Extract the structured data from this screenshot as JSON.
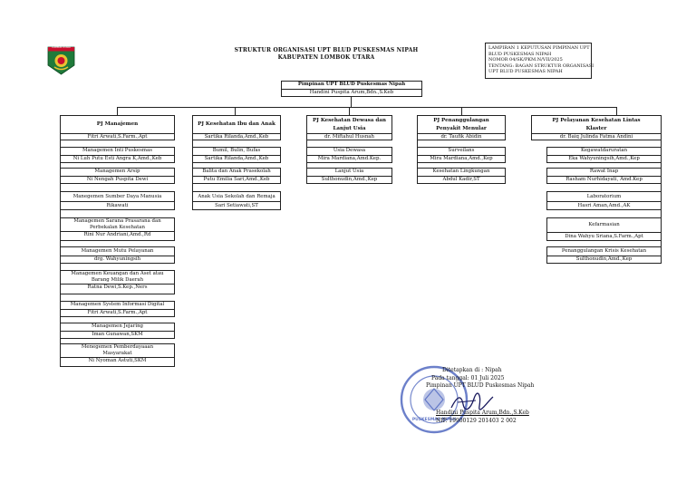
{
  "header": {
    "title_line1": "STRUKTUR ORGANISASI UPT BLUD PUSKESMAS NIPAH",
    "title_line2": "KABUPATEN LOMBOK UTARA",
    "logo_text": "LOMBOK UTARA",
    "lampiran": [
      "LAMPIRAN 1 KEPUTUSAN PIMPINAN UPT",
      "BLUD PUSKESMAS NIPAH",
      "NOMOR 04/SK/PKM.N/VII/2025",
      "TENTANG: BAGAN STRUKTUR ORGANISASI",
      "UPT BLUD PUSKESMAS NIPAH"
    ]
  },
  "top": {
    "title": "Pimpinan UPT BLUD Puskesmas Nipah",
    "name": "Handini Puspita Arum,Bdn.,S.Keb"
  },
  "col1": {
    "head": "PJ Manajemen",
    "name": "Fitri Arwati,S.Farm.,Apt",
    "units": [
      {
        "title": "Managemen Inti Puskesmas",
        "name": "Ni Luh Putu Esti Angra K,Amd.,Keb"
      },
      {
        "title": "Managemen Arsip",
        "name": "Ni Nengah Puspita Dewi"
      },
      {
        "title": "Manegemen Sumber Daya Manusia",
        "name": "Rikawati"
      },
      {
        "title": "Managemen Sarana Prasarana dan",
        "title2": "Perbekalan Kesehatan",
        "name": "Rini Nur Andriani,Amd.,Rd"
      },
      {
        "title": "Managemen Mutu Pelayanan",
        "name": "drg. Wahyuningsih"
      },
      {
        "title": "Managemen Keuangan dan Aset atau",
        "title2": "Barang Milik Daerah",
        "name": "Ratna Dewi,S.Kep.,Ners"
      },
      {
        "title": "Managemen System Informasi Digital",
        "name": "Fitri Arwati,S.Farm.,Apt"
      },
      {
        "title": "Managemen Jejaring",
        "name": "Iman Gunawan,SKM"
      },
      {
        "title": "Menegemen Pemberdayaaan",
        "title2": "Masyarakat",
        "name": "Ni Nyoman Astuti,SKM"
      }
    ]
  },
  "col2": {
    "head": "PJ Kesehatan Ibu dan Anak",
    "name": "Sartika Rilanda,Amd.,Keb",
    "units": [
      {
        "title": "Bumil, Bulin, Bufas",
        "name": "Sartika Rilanda,Amd.,Keb"
      },
      {
        "title": "Balita dan Anak Prasekolah",
        "name": "Putu Emilia Sari,Amd.,Keb"
      },
      {
        "title": "Anak Usia Sekolah dan Remaja",
        "name": "Sari Setiawati,ST"
      }
    ]
  },
  "col3": {
    "head": "PJ Kesehatan Dewasa dan",
    "head2": "Lanjut Usia",
    "name": "dr. Miftahul Husnah",
    "units": [
      {
        "title": "Usia Dewasa",
        "name": "Mira Mardiana,Amd.Kep."
      },
      {
        "title": "Lanjut Usia",
        "name": "Sulthonudin,Amd.,Kep"
      }
    ]
  },
  "col4": {
    "head": "PJ Penanggulangan",
    "head2": "Penyakit Menular",
    "name": "dr. Taufik Abidin",
    "units": [
      {
        "title": "Surveilans",
        "name": "Mira Mardiana,Amd.,Kep"
      },
      {
        "title": "Kesehatan Lingkungan",
        "name": "Abdul Kadir,ST"
      }
    ]
  },
  "col5": {
    "head": "PJ Pelayanan Kesehatan Lintas",
    "head2": "Klaster",
    "name": "dr. Baiq Julinda Fatma Andini",
    "units": [
      {
        "title": "Kegawatdaruratan",
        "name": "Eka Wahyuningsih,Amd.,Kep"
      },
      {
        "title": "Rawat Inap",
        "name": "Rasham Nurhidayati, Amd.Kep"
      },
      {
        "title": "Laboratorium",
        "name": "Hasri Aman,Amd.,AK"
      },
      {
        "title": "Kefarmasian",
        "name": "Dina Wahyu Sriana,S.Farm.,Apt"
      },
      {
        "title": "Penanggulangan Krisis Kesehatan",
        "name": "Sulthonudin,Amd.,Kep"
      }
    ]
  },
  "signature": {
    "line1": "Ditetapkan di : Nipah",
    "line2": "Pada tanggal: 01 Juli 2025",
    "line3": "Pimpinan UPT BLUD Puskesmas Nipah",
    "name": "Handini Puspita Arum,Bdn.,S.Keb",
    "nip": "NIP. 19900129 201403 2 002",
    "stamp_text": "PUSKESMAS NIPAH"
  },
  "colors": {
    "line": "#222222",
    "stamp": "#3b56b8",
    "logo_green": "#1f7a3a",
    "logo_red": "#c8102e"
  }
}
